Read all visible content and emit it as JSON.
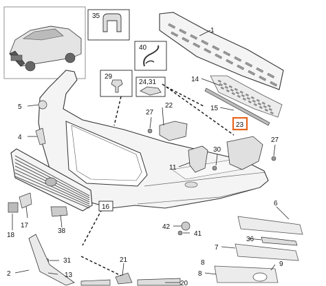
{
  "callouts": [
    {
      "id": "c1",
      "text": "1"
    },
    {
      "id": "c2",
      "text": "2"
    },
    {
      "id": "c4",
      "text": "4"
    },
    {
      "id": "c5",
      "text": "5"
    },
    {
      "id": "c6",
      "text": "6"
    },
    {
      "id": "c7",
      "text": "7"
    },
    {
      "id": "c8",
      "text": "8"
    },
    {
      "id": "c9",
      "text": "9"
    },
    {
      "id": "c11",
      "text": "11"
    },
    {
      "id": "c13",
      "text": "13"
    },
    {
      "id": "c14",
      "text": "14"
    },
    {
      "id": "c15",
      "text": "15"
    },
    {
      "id": "c16",
      "text": "16"
    },
    {
      "id": "c17",
      "text": "17"
    },
    {
      "id": "c18",
      "text": "18"
    },
    {
      "id": "c20",
      "text": "20"
    },
    {
      "id": "c21",
      "text": "21"
    },
    {
      "id": "c22",
      "text": "22"
    },
    {
      "id": "c23",
      "text": "23"
    },
    {
      "id": "c24_31",
      "text": "24,31"
    },
    {
      "id": "c27a",
      "text": "27"
    },
    {
      "id": "c27b",
      "text": "27"
    },
    {
      "id": "c29",
      "text": "29"
    },
    {
      "id": "c30",
      "text": "30"
    },
    {
      "id": "c31",
      "text": "31"
    },
    {
      "id": "c35",
      "text": "35"
    },
    {
      "id": "c36",
      "text": "36"
    },
    {
      "id": "c38",
      "text": "38"
    },
    {
      "id": "c40",
      "text": "40"
    },
    {
      "id": "c41",
      "text": "41"
    },
    {
      "id": "c42",
      "text": "42"
    }
  ],
  "highlight": {
    "callout": "23",
    "color": "#e8641b"
  }
}
